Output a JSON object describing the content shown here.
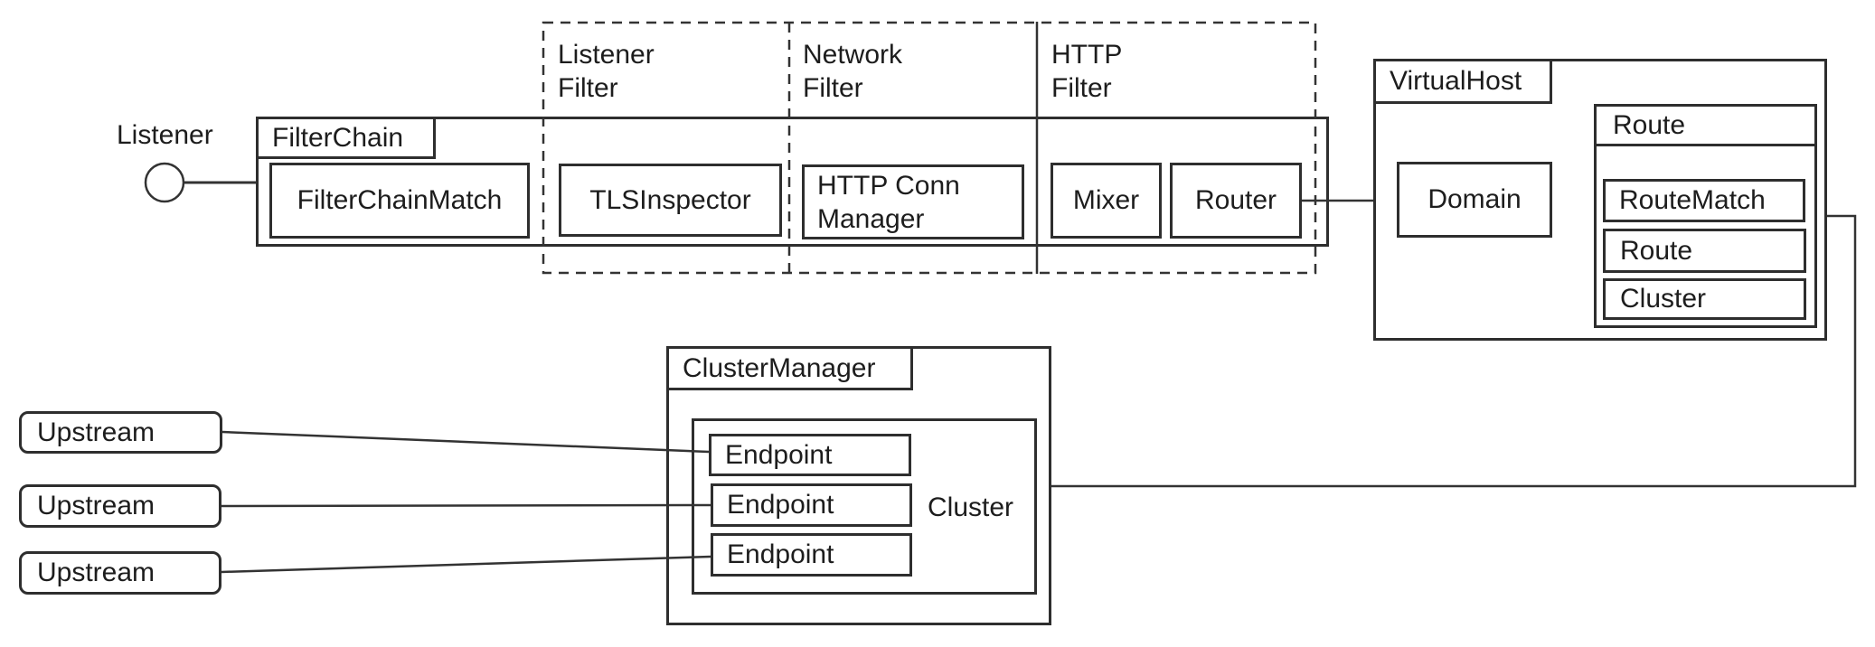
{
  "colors": {
    "line": "#333333",
    "border": "#2e2e2e",
    "text": "#1d1d1d",
    "background": "#ffffff"
  },
  "listener": {
    "label": "Listener"
  },
  "filter_chain": {
    "label": "FilterChain",
    "match": "FilterChainMatch"
  },
  "filters": {
    "listener_filter": {
      "line1": "Listener",
      "line2": "Filter",
      "item": "TLSInspector"
    },
    "network_filter": {
      "line1": "Network",
      "line2": "Filter",
      "item_line1": "HTTP Conn",
      "item_line2": "Manager"
    },
    "http_filter": {
      "line1": "HTTP",
      "line2": "Filter",
      "items": [
        {
          "label": "Mixer"
        },
        {
          "label": "Router"
        }
      ]
    }
  },
  "virtual_host": {
    "label": "VirtualHost",
    "domain": "Domain",
    "route_group": {
      "label": "Route",
      "items": [
        {
          "label": "RouteMatch"
        },
        {
          "label": "Route"
        },
        {
          "label": "Cluster"
        }
      ]
    }
  },
  "cluster_manager": {
    "label": "ClusterManager",
    "cluster_label": "Cluster",
    "endpoints": [
      {
        "label": "Endpoint"
      },
      {
        "label": "Endpoint"
      },
      {
        "label": "Endpoint"
      }
    ]
  },
  "upstreams": [
    {
      "label": "Upstream"
    },
    {
      "label": "Upstream"
    },
    {
      "label": "Upstream"
    }
  ]
}
